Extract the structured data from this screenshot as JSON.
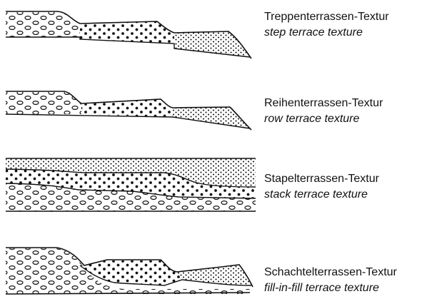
{
  "panels": [
    {
      "german": "Treppenterrassen-Textur",
      "english": "step terrace texture"
    },
    {
      "german": "Reihenterrassen-Textur",
      "english": "row terrace texture"
    },
    {
      "german": "Stapelterrassen-Textur",
      "english": "stack terrace texture"
    },
    {
      "german": "Schachtelterrassen-Textur",
      "english": "fill-in-fill terrace texture"
    }
  ],
  "colors": {
    "line": "#111111",
    "background": "#ffffff"
  },
  "patterns": [
    "gravel-ovals",
    "coarse-dots",
    "fine-dots"
  ]
}
